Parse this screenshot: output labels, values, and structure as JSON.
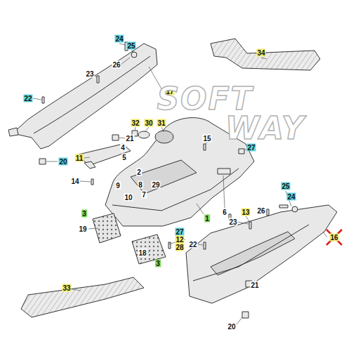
{
  "diagram": {
    "labels": [
      "24",
      "25",
      "26",
      "23",
      "22",
      "17",
      "34",
      "SOFT",
      "WAY",
      "32",
      "30",
      "31",
      "21",
      "20",
      "15",
      "27",
      "11",
      "4",
      "5",
      "14",
      "2",
      "9",
      "8",
      "29",
      "7",
      "10",
      "3",
      "19",
      "1",
      "6",
      "13",
      "26",
      "25",
      "24",
      "23",
      "27",
      "12",
      "28",
      "22",
      "18",
      "3",
      "16",
      "33",
      "21",
      "20"
    ]
  }
}
